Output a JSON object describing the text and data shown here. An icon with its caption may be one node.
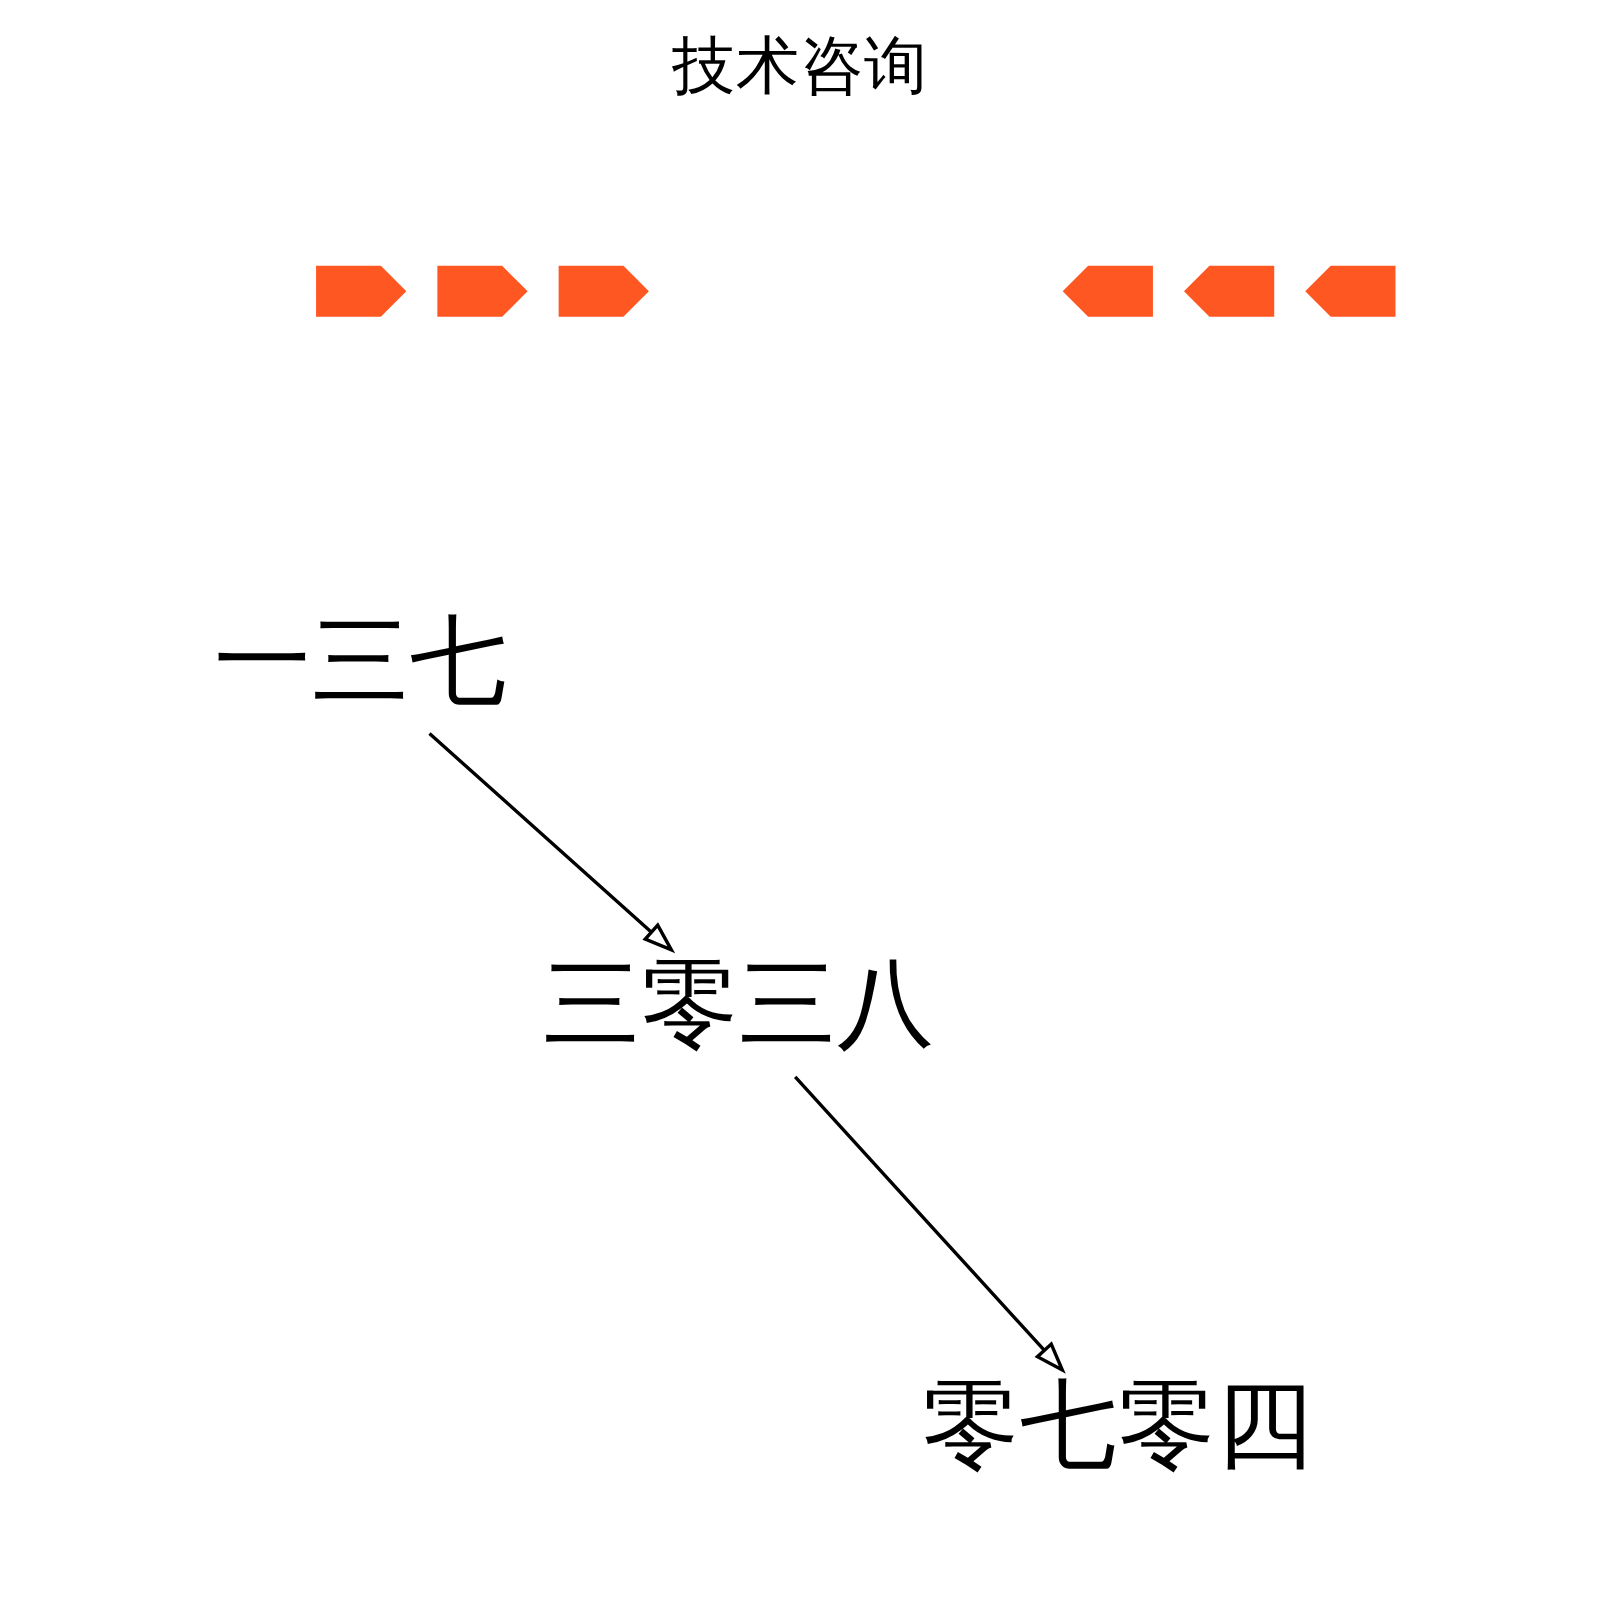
{
  "diagram": {
    "title": "技术咨询",
    "nodes": [
      {
        "text": [],
        "shape": "chevron"
      },
      {
        "text": [],
        "shape": "chevron"
      },
      {
        "text": [],
        "shape": "chevron"
      },
      {
        "text": [],
        "shape": "chevron"
      },
      {
        "text": [],
        "shape": "chevron"
      },
      {
        "text": [],
        "shape": "chevron"
      },
      {
        "text": [
          "一三七"
        ]
      },
      {
        "text": [
          "三零三八"
        ]
      },
      {
        "text": [
          "零七零四"
        ]
      }
    ],
    "edges": [
      {
        "from": 6,
        "to": 7,
        "arrow": "to"
      },
      {
        "from": 7,
        "to": 8,
        "arrow": "to"
      }
    ]
  }
}
